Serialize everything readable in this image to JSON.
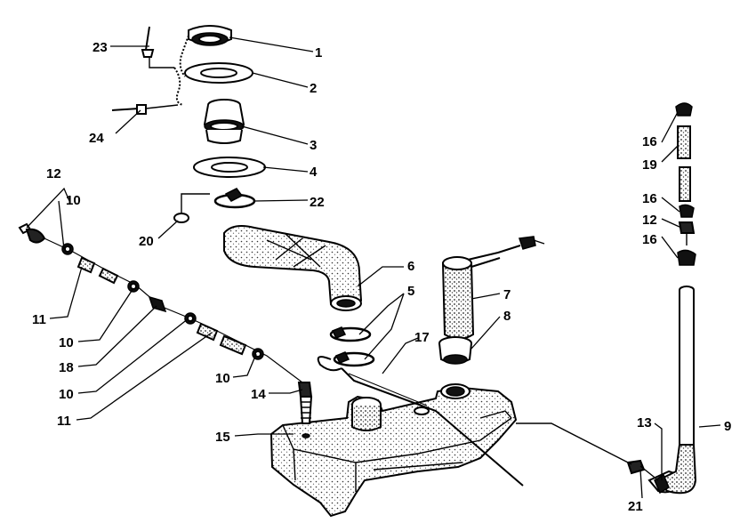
{
  "callouts": [
    "1",
    "2",
    "3",
    "4",
    "5",
    "6",
    "7",
    "8",
    "9",
    "10",
    "10",
    "10",
    "10",
    "11",
    "11",
    "12",
    "12",
    "13",
    "14",
    "15",
    "16",
    "16",
    "16",
    "17",
    "18",
    "19",
    "20",
    "21",
    "22",
    "23",
    "24"
  ]
}
